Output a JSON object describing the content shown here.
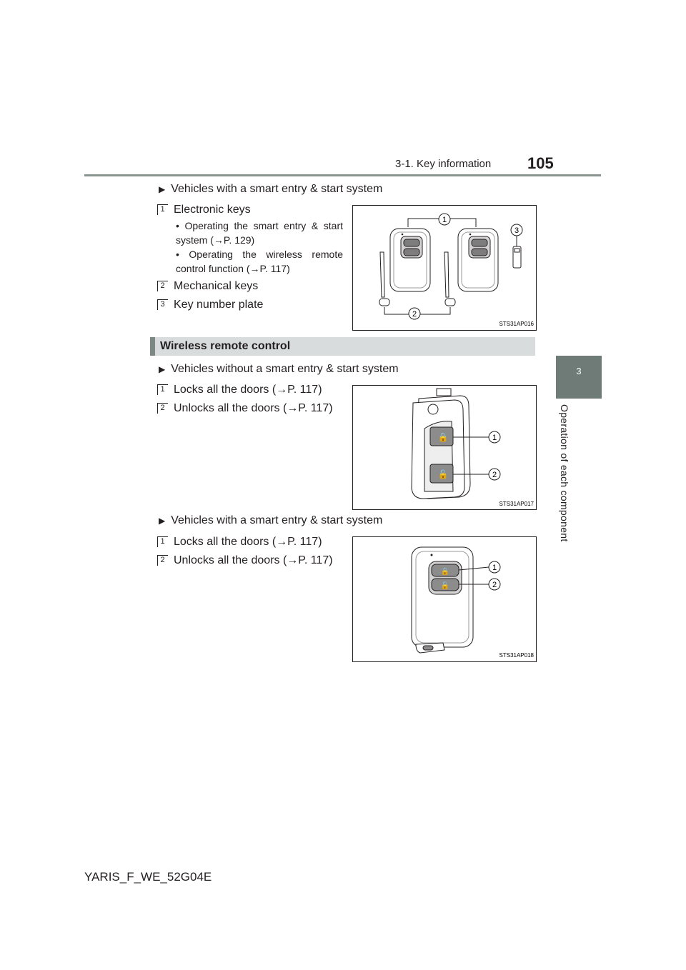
{
  "header": {
    "section": "3-1. Key information",
    "page_number": "105"
  },
  "side": {
    "tab_number": "3",
    "tab_label": "Operation of each component"
  },
  "keys_section": {
    "subheading": "Vehicles with a smart entry & start system",
    "items": [
      {
        "num": "1",
        "label": "Electronic keys"
      },
      {
        "num": "2",
        "label": "Mechanical keys"
      },
      {
        "num": "3",
        "label": "Key number plate"
      }
    ],
    "bullets": [
      "• Operating the smart entry & start system (→P. 129)",
      "• Operating the wireless remote control function (→P. 117)"
    ],
    "figure_code": "STS31AP016",
    "callouts": [
      "1",
      "2",
      "3"
    ]
  },
  "wireless_section": {
    "title": "Wireless remote control",
    "subsection_a": {
      "subheading": "Vehicles without a smart entry & start system",
      "items": [
        {
          "num": "1",
          "label": "Locks all the doors (→P. 117)"
        },
        {
          "num": "2",
          "label": "Unlocks all the doors (→P. 117)"
        }
      ],
      "figure_code": "STS31AP017",
      "callouts": [
        "1",
        "2"
      ]
    },
    "subsection_b": {
      "subheading": "Vehicles with a smart entry & start system",
      "items": [
        {
          "num": "1",
          "label": "Locks all the doors (→P. 117)"
        },
        {
          "num": "2",
          "label": "Unlocks all the doors (→P. 117)"
        }
      ],
      "figure_code": "STS31AP018",
      "callouts": [
        "1",
        "2"
      ]
    }
  },
  "footer": {
    "doc_code": "YARIS_F_WE_52G04E"
  },
  "colors": {
    "rule": "#8a948f",
    "tab": "#6f7b77",
    "band": "#d9dcdc",
    "button": "#8c8c8c"
  }
}
